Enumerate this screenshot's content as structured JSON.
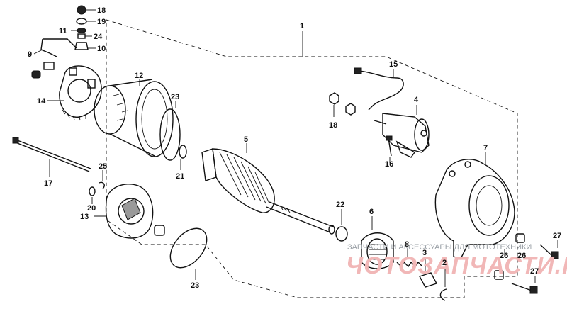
{
  "diagram": {
    "callouts": [
      "1",
      "2",
      "3",
      "4",
      "5",
      "6",
      "7",
      "8",
      "9",
      "10",
      "11",
      "12",
      "13",
      "14",
      "15",
      "16",
      "17",
      "18",
      "19",
      "20",
      "21",
      "22",
      "23",
      "24",
      "25",
      "26",
      "27"
    ]
  },
  "watermark": {
    "text": "ЗАПЧАСТИ И АКСЕССУАРЫ ДЛЯ МОТОТЕХНИКИ",
    "logo": "ЧОТОЗАПЧАСТИ.RU"
  }
}
